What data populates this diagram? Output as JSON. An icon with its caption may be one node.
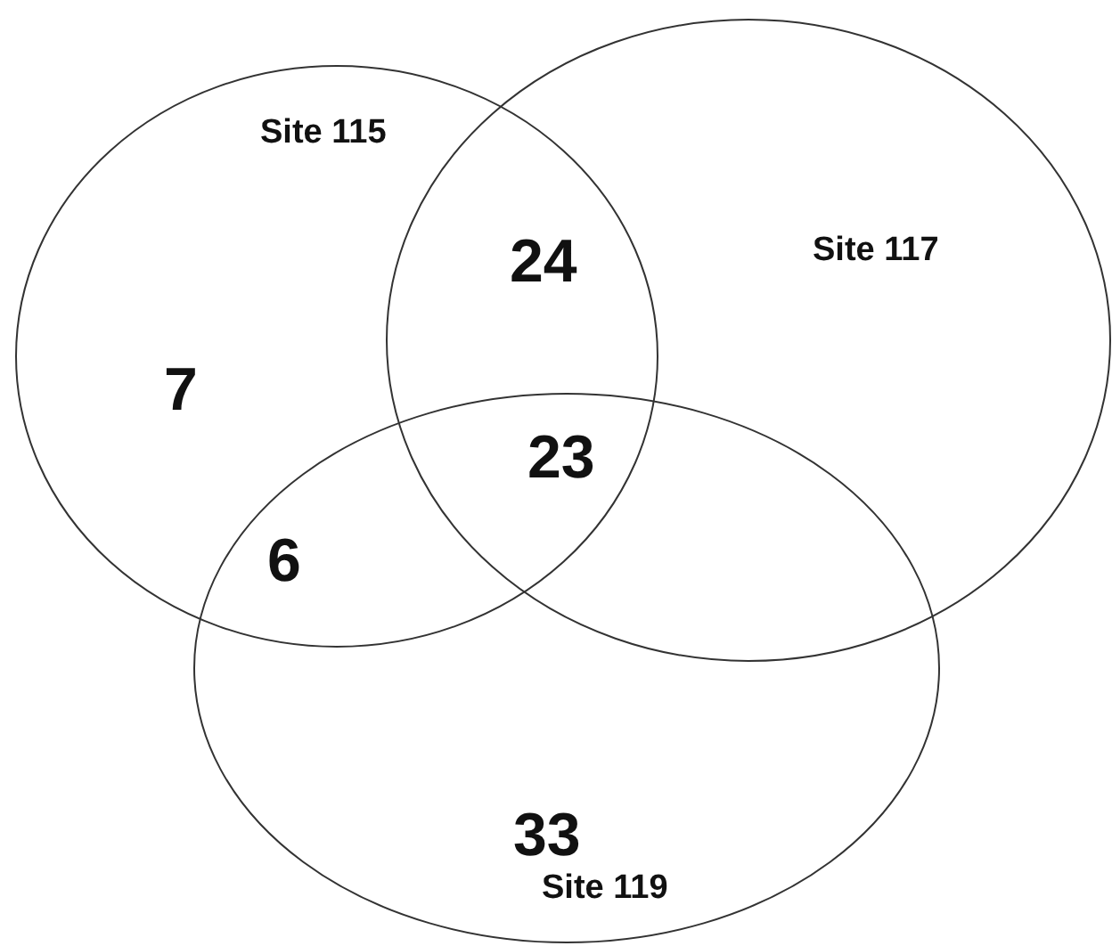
{
  "diagram": {
    "nodes": [
      {
        "text": [
          "Site 115"
        ]
      },
      {
        "text": [
          "Site 117"
        ]
      },
      {
        "text": [
          "Site 119"
        ]
      }
    ],
    "labels": [
      "24",
      "7",
      "23",
      "6",
      "33"
    ]
  }
}
